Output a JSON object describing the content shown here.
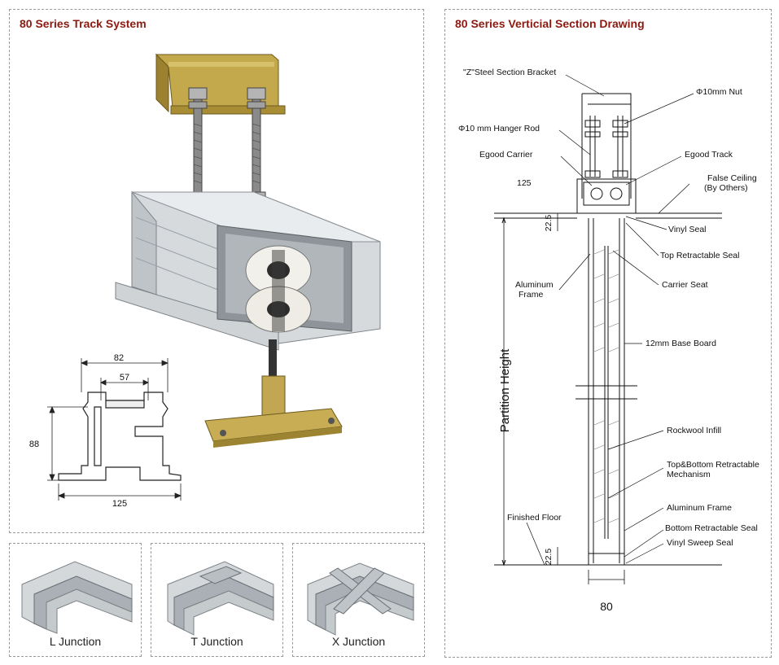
{
  "colors": {
    "title": "#8b1a10",
    "line": "#111111",
    "metal": "#c9cdd1",
    "brass": "#b59a3c"
  },
  "track_panel": {
    "title": "80 Series Track System",
    "dims": {
      "width_outer": "82",
      "width_inner": "57",
      "height": "88",
      "width_base": "125"
    }
  },
  "section_panel": {
    "title": "80 Series Verticial Section Drawing",
    "labels": {
      "z_bracket": "\"Z\"Steel Section Bracket",
      "nut": "Φ10mm Nut",
      "hanger_rod": "Φ10 mm Hanger Rod",
      "carrier": "Egood Carrier",
      "track": "Egood Track",
      "false_ceiling_1": "False Ceiling",
      "false_ceiling_2": "(By Others)",
      "dim_125": "125",
      "vinyl_seal": "Vinyl Seal",
      "top_retract_seal": "Top Retractable Seal",
      "alu_frame_1": "Aluminum",
      "alu_frame_2": "Frame",
      "carrier_seat": "Carrier Seat",
      "base_board": "12mm Base Board",
      "partition_height": "Partition Height",
      "rockwool": "Rockwool Infill",
      "mech_1": "Top&Bottom Retractable",
      "mech_2": "Mechanism",
      "alu_frame_b": "Aluminum Frame",
      "finished_floor": "Finished Floor",
      "bottom_seal": "Bottom Retractable Seal",
      "sweep_seal": "Vinyl Sweep Seal",
      "dim_22_top": "22.5",
      "dim_22_bot": "22.5",
      "dim_80": "80"
    }
  },
  "junctions": [
    {
      "label": "L Junction",
      "icon": "l-junction-icon"
    },
    {
      "label": "T Junction",
      "icon": "t-junction-icon"
    },
    {
      "label": "X Junction",
      "icon": "x-junction-icon"
    }
  ]
}
